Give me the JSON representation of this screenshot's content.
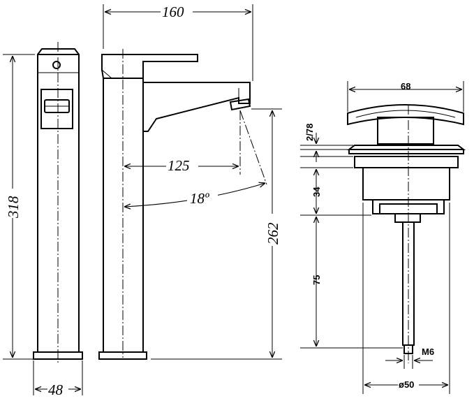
{
  "views": {
    "side": {
      "height": "318",
      "width": "48"
    },
    "front": {
      "width": "160",
      "reach": "125",
      "angle": "18º",
      "spout_height": "262"
    },
    "waste": {
      "top_width": "68",
      "thickness": "2/78",
      "body_height": "34",
      "tail_length": "75",
      "thread": "M6",
      "base_diameter": "ø50"
    }
  }
}
